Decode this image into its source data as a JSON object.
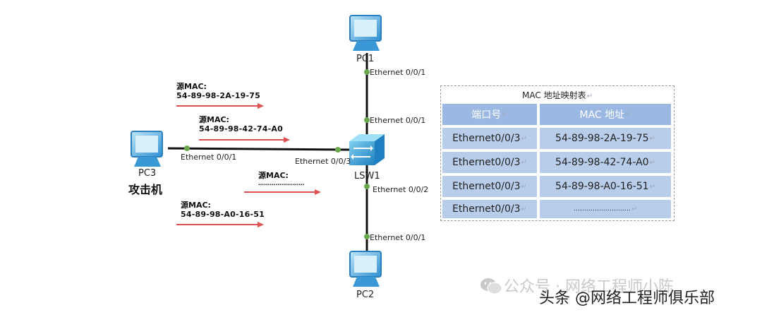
{
  "pcs": {
    "pc1": "PC1",
    "pc2": "PC2",
    "pc3": "PC3",
    "attacker_label": "攻击机"
  },
  "switch": {
    "name": "LSW1"
  },
  "ports": {
    "pc1_port": "Ethernet 0/0/1",
    "sw_top_port": "Ethernet 0/0/1",
    "pc3_port": "Ethernet 0/0/1",
    "sw_left_port": "Ethernet 0/0/3",
    "sw_bottom_port": "Ethernet 0/0/2",
    "pc2_port": "Ethernet 0/0/1"
  },
  "frames": [
    {
      "title": "源MAC:",
      "mac": "54-89-98-2A-19-75"
    },
    {
      "title": "源MAC:",
      "mac": "54-89-98-42-74-A0"
    },
    {
      "title": "源MAC:",
      "mac": "……………………"
    },
    {
      "title": "源MAC:",
      "mac": "54-89-98-A0-16-51"
    }
  ],
  "table": {
    "caption": "MAC 地址映射表",
    "headers": [
      "端口号",
      "MAC 地址"
    ],
    "rows": [
      [
        "Ethernet0/0/3",
        "54-89-98-2A-19-75"
      ],
      [
        "Ethernet0/0/3",
        "54-89-98-42-74-A0"
      ],
      [
        "Ethernet0/0/3",
        "54-89-98-A0-16-51"
      ],
      [
        "Ethernet0/0/3",
        "………………………"
      ]
    ]
  },
  "watermark": {
    "line1": "公众号 · 网络工程师小陈",
    "line2": "头条 @网络工程师俱乐部"
  },
  "colors": {
    "link": "#111111",
    "port_dot": "#6aa84f",
    "arrow": "#e05050",
    "table_cell": "#b7cdea",
    "table_header": "#9ab8e2",
    "pc_body": "#4aa3df",
    "switch_body": "#3fa6d8"
  }
}
